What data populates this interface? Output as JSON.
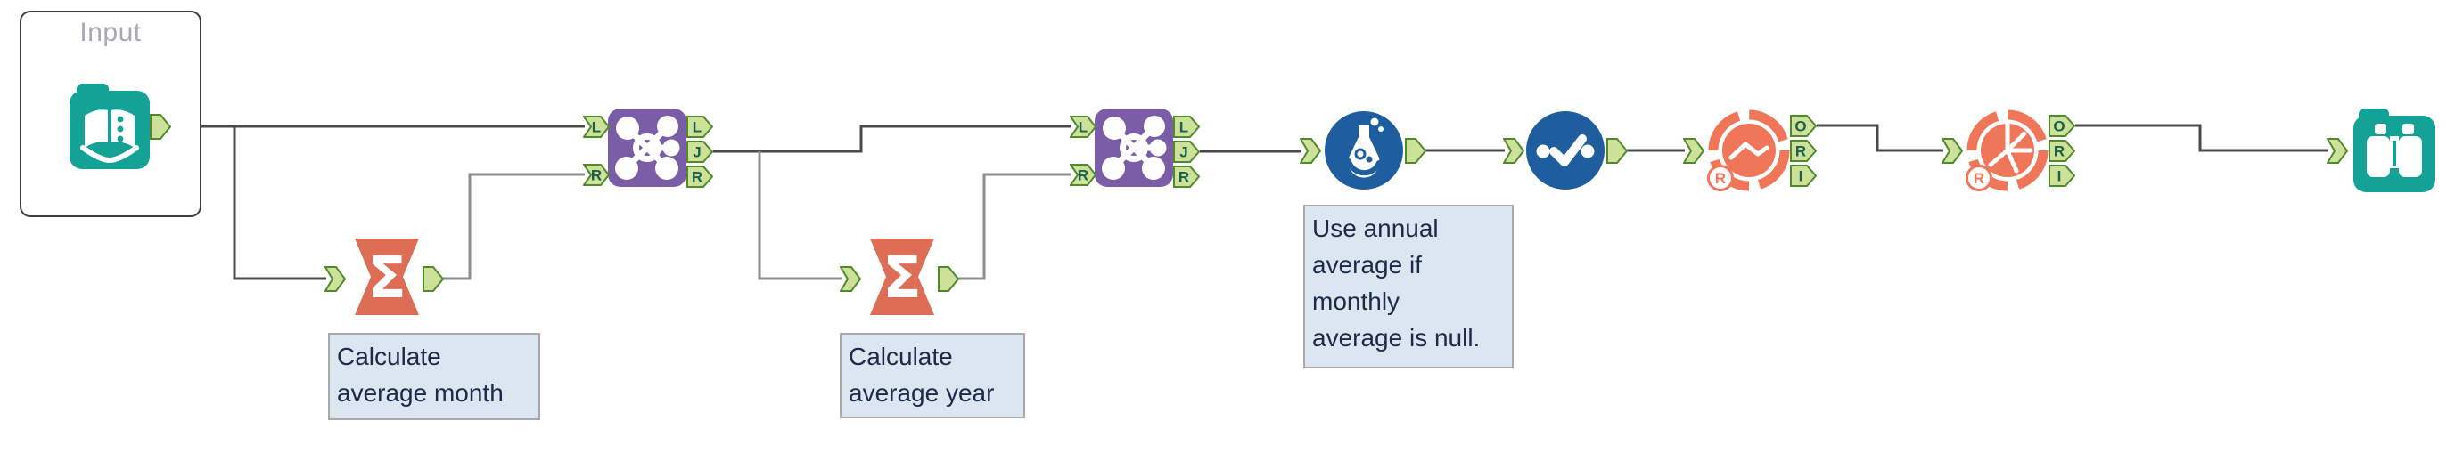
{
  "app": "workflow-canvas",
  "input_group": {
    "label": "Input"
  },
  "annotations": [
    {
      "text": "Calculate\naverage month"
    },
    {
      "text": "Calculate\naverage year"
    },
    {
      "text": "Use annual\naverage if\nmonthly\naverage is null."
    }
  ],
  "anchors": {
    "join_input_letters": [
      "L",
      "R"
    ],
    "join_output_letters": [
      "L",
      "J",
      "R"
    ],
    "model_output_letters": [
      "O",
      "R",
      "I"
    ]
  },
  "icons": {
    "input_tool": "open-book-icon",
    "summarize_tool": "sigma-icon",
    "join_tool": "join-molecule-icon",
    "formula_tool": "flask-icon",
    "select_tool": "checkmark-icon",
    "ts_tool_1": "line-chart-ring-icon",
    "ts_tool_2": "radial-spokes-ring-icon",
    "r_badge": "r-in-circle-icon",
    "browse_tool": "binoculars-icon"
  },
  "colors": {
    "canvas_bg": "#ffffff",
    "teal": "#13a295",
    "salmon": "#dd6e55",
    "salmon2": "#f0765a",
    "purple": "#7a5da6",
    "blue": "#1f5e9e",
    "anchor_fill": "#cde199",
    "anchor_stroke": "#4f8b2d",
    "anchor_letter": "#19614a",
    "wire_dark": "#4a4a4a",
    "wire_gray": "#8e8e8e",
    "ann_bg": "#dce6f1",
    "ann_border": "#a9a9a9",
    "ann_text": "#1b2a4a",
    "container_border": "#3f3f3f",
    "container_label": "#a8a8b8"
  }
}
